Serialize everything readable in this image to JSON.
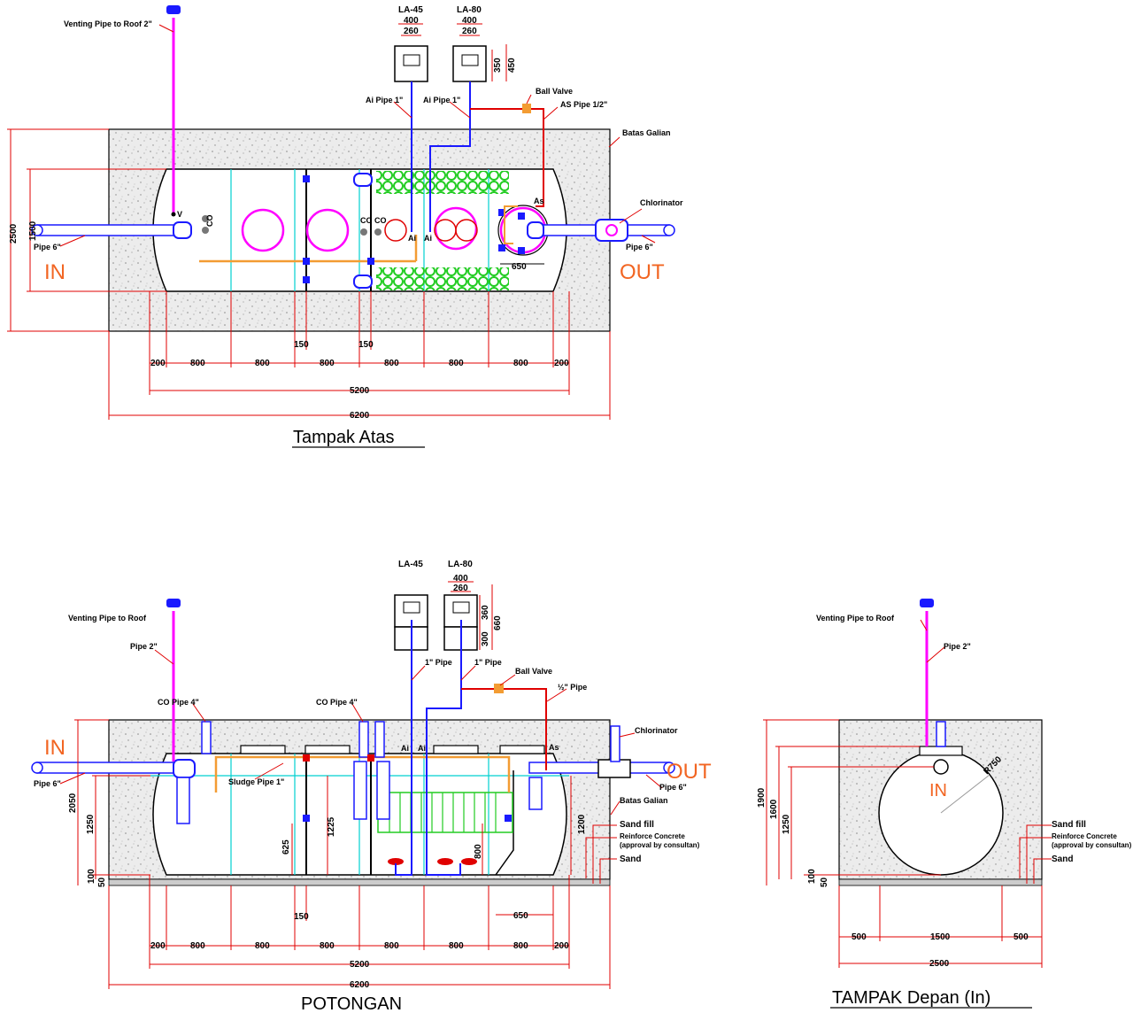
{
  "colors": {
    "vent": "#ff00ff",
    "air": "#1a1aff",
    "red": "#e00000",
    "cyan": "#00d0d0",
    "green": "#22cc22",
    "orange": "#f39c33",
    "accent": "#f26522",
    "concrete": "#ececec"
  },
  "top": {
    "title": "Tampak Atas",
    "in": "IN",
    "out": "OUT",
    "vent": "Venting Pipe to Roof 2\"",
    "la45": "LA-45",
    "la80": "LA-80",
    "d400": "400",
    "d260": "260",
    "d350": "350",
    "d450": "450",
    "ai_pipe": "Ai Pipe 1\"",
    "ball_valve": "Ball Valve",
    "as_pipe": "AS Pipe 1/2\"",
    "batas": "Batas Galian",
    "chlorinator": "Chlorinator",
    "pipe6": "Pipe 6\"",
    "v": "V",
    "co": "CO",
    "ai": "Ai",
    "as": "As",
    "d650": "650",
    "d150": "150",
    "d200": "200",
    "d800": "800",
    "d5200": "5200",
    "d6200": "6200",
    "d2500": "2500",
    "d1500": "1500"
  },
  "section": {
    "title": "POTONGAN",
    "in": "IN",
    "out": "OUT",
    "vent": "Venting Pipe to Roof",
    "pipe2": "Pipe 2\"",
    "co_pipe": "CO Pipe 4\"",
    "la45": "LA-45",
    "la80": "LA-80",
    "d400": "400",
    "d260": "260",
    "d360": "360",
    "d300": "300",
    "d660": "660",
    "pipe1": "1\" Pipe",
    "ball_valve": "Ball Valve",
    "half_pipe": "½\" Pipe",
    "chlorinator": "Chlorinator",
    "pipe6": "Pipe 6\"",
    "sludge": "Sludge Pipe 1\"",
    "batas": "Batas Galian",
    "sand_fill": "Sand fill",
    "concrete": "Reinforce Concrete",
    "approval": "(approval by consultan)",
    "sand": "Sand",
    "ai": "Ai",
    "as": "As",
    "d2050": "2050",
    "d1250": "1250",
    "d1225": "1225",
    "d625": "625",
    "d1200": "1200",
    "d800v": "800",
    "d100": "100",
    "d50": "50",
    "d150": "150",
    "d650": "650",
    "d200": "200",
    "d800": "800",
    "d5200": "5200",
    "d6200": "6200"
  },
  "front": {
    "title": "TAMPAK Depan (In)",
    "vent": "Venting Pipe to Roof",
    "pipe2": "Pipe 2\"",
    "in": "IN",
    "r": "R750",
    "sand_fill": "Sand fill",
    "concrete": "Reinforce Concrete",
    "approval": "(approval by consultan)",
    "sand": "Sand",
    "d1900": "1900",
    "d1600": "1600",
    "d1250": "1250",
    "d100": "100",
    "d50": "50",
    "d500": "500",
    "d1500": "1500",
    "d2500": "2500"
  }
}
